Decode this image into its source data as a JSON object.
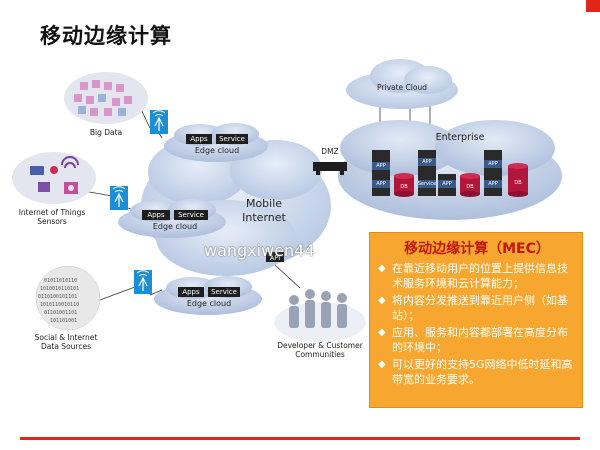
{
  "title": "移动边缘计算",
  "cloud_labels": {
    "mobile_internet": "Mobile\nInternet",
    "private_cloud": "Private Cloud",
    "enterprise": "Enterprise",
    "dmz": "DMZ",
    "api": "API"
  },
  "edge_clouds": [
    {
      "apps": "Apps",
      "service": "Service",
      "name": "Edge cloud"
    },
    {
      "apps": "Apps",
      "service": "Service",
      "name": "Edge cloud"
    },
    {
      "apps": "Apps",
      "service": "Service",
      "name": "Edge cloud"
    }
  ],
  "sources": {
    "big_data": "Big Data",
    "iot": "Internet of Things\nSensors",
    "social": "Social & Internet\nData Sources",
    "developers": "Developer & Customer\nCommunities"
  },
  "enterprise_servers": {
    "app": "APP",
    "service": "Service",
    "db": "DB"
  },
  "mec_box": {
    "title": "移动边缘计算（MEC）",
    "items": [
      "在靠近移动用户的位置上提供信息技术服务环境和云计算能力；",
      "将内容分发推送到靠近用户侧（如基站）；",
      "应用、服务和内容都部署在高度分布的环境中；",
      "可以更好的支持5G网络中低时延和高带宽的业务要求。"
    ]
  },
  "watermark": "wangxiwen44",
  "colors": {
    "accent_red": "#e0251b",
    "mec_orange": "#f7a630",
    "mec_title": "#c01810",
    "cloud_blue": "#cdd9ec",
    "wifi_blue": "#1a8fd8"
  }
}
